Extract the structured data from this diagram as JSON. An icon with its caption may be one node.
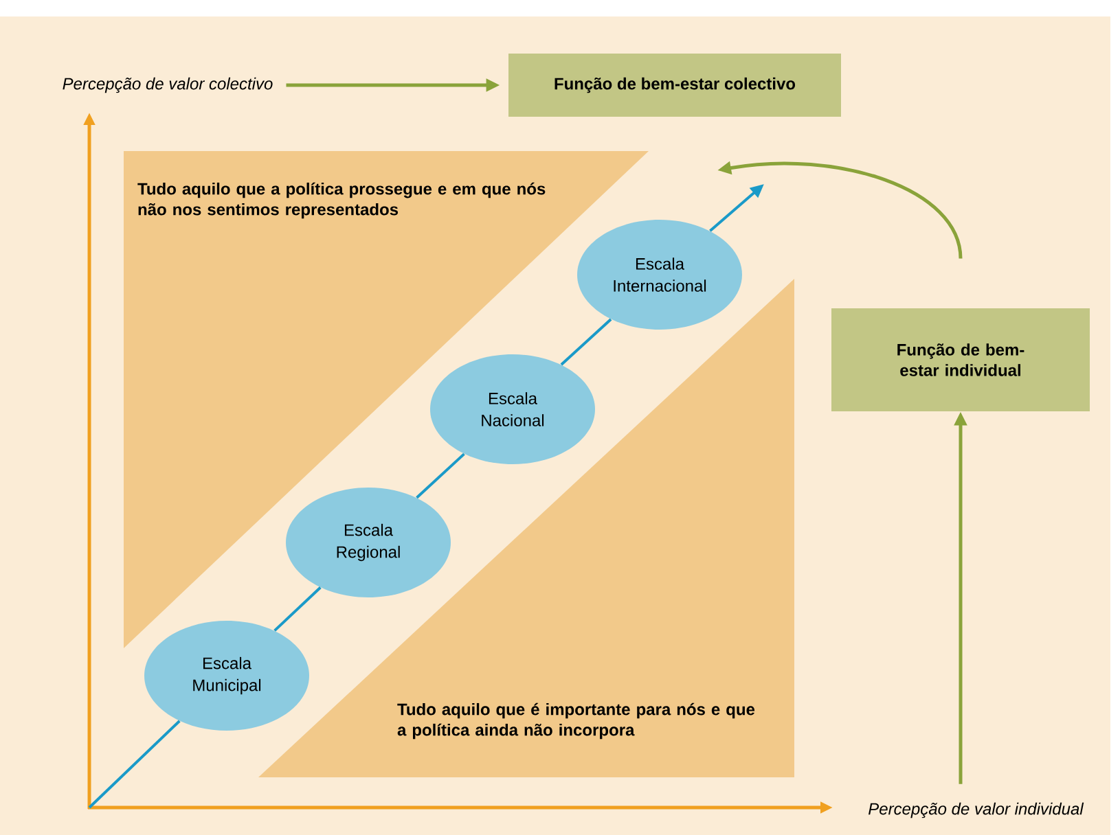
{
  "diagram": {
    "nodes": [
      {
        "text": [
          "Percepção de valor colectivo"
        ]
      },
      {
        "text": [
          "Função de bem-estar colectivo"
        ]
      },
      {
        "text": [
          "Tudo aquilo que a política prossegue e em que nós não nos sentimos representados"
        ]
      },
      {
        "text": [
          "Tudo aquilo que é importante para nós e que a política ainda não incorpora"
        ]
      },
      {
        "text": [
          "Escala Municipal"
        ]
      },
      {
        "text": [
          "Escala Regional"
        ]
      },
      {
        "text": [
          "Escala Nacional"
        ]
      },
      {
        "text": [
          "Escala Internacional"
        ]
      },
      {
        "text": [
          "Função de bem-estar individual"
        ]
      },
      {
        "text": [
          "Percepção de valor individual"
        ]
      }
    ],
    "edges": [
      {
        "from": 0,
        "to": 1,
        "arrow": "to",
        "color": "#8aa33a"
      },
      {
        "from": 9,
        "to": 8,
        "arrow": "to",
        "color": "#8aa33a"
      },
      {
        "from": 8,
        "to": null,
        "arrow": "to",
        "color": "#8aa33a"
      },
      {
        "from": null,
        "to": 4,
        "arrow": "none"
      },
      {
        "from": 4,
        "to": 5,
        "arrow": "none"
      },
      {
        "from": 5,
        "to": 6,
        "arrow": "none"
      },
      {
        "from": 6,
        "to": 7,
        "arrow": "none"
      },
      {
        "from": 7,
        "to": null,
        "arrow": "to"
      }
    ]
  }
}
